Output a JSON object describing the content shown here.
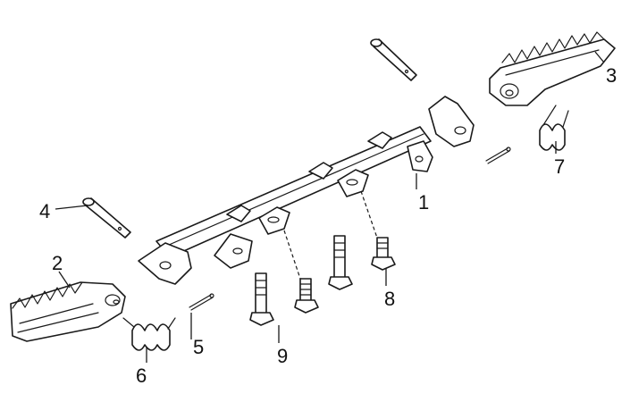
{
  "callouts": [
    {
      "id": "c1",
      "text": "1"
    },
    {
      "id": "c2",
      "text": "2"
    },
    {
      "id": "c3",
      "text": "3"
    },
    {
      "id": "c4",
      "text": "4"
    },
    {
      "id": "c5",
      "text": "5"
    },
    {
      "id": "c6",
      "text": "6"
    },
    {
      "id": "c7",
      "text": "7"
    },
    {
      "id": "c8",
      "text": "8"
    },
    {
      "id": "c9",
      "text": "9"
    }
  ],
  "colors": {
    "line": "#1a1a1a",
    "background": "#ffffff"
  }
}
